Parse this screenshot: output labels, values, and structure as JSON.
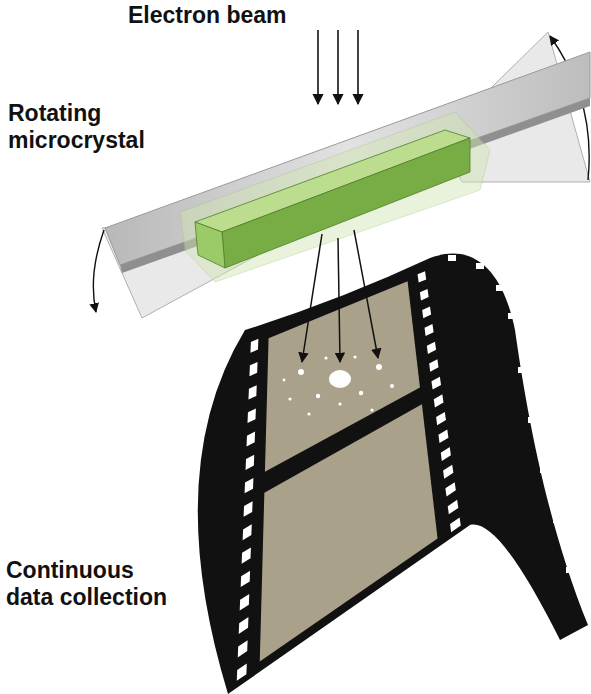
{
  "diagram": {
    "labels": [
      "Electron beam",
      "Rotating microcrystal",
      "Continuous data collection"
    ]
  }
}
